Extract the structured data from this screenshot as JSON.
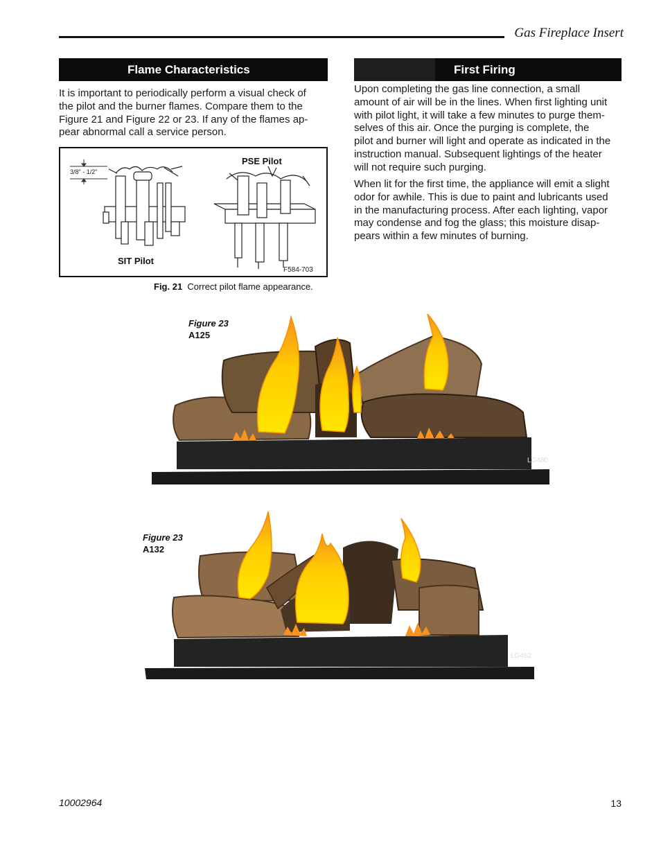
{
  "header": {
    "running_title": "Gas Fireplace Insert"
  },
  "left_section": {
    "title": "Flame Characteristics",
    "paragraph": "It is important to periodically perform a visual check of the pilot and the burner flames. Compare them to the Figure 21 and Figure 22 or 23. If any of the flames appear abnormal call a service person.",
    "lines": [
      "It is important to periodically perform a visual check of",
      "the pilot and the burner flames. Compare them to the",
      "Figure 21 and Figure 22 or 23. If any of the flames ap-",
      "pear abnormal call a service person."
    ]
  },
  "right_section": {
    "title": "First Firing",
    "paragraph1_lines": [
      "Upon completing the gas line connection, a small",
      "amount of air will be in the lines. When first lighting unit",
      "with pilot light, it will take a few minutes to purge them-",
      "selves of this air. Once the purging is complete, the",
      "pilot and burner will light and operate as indicated in the",
      "instruction manual. Subsequent lightings of the heater",
      "will not require such purging."
    ],
    "paragraph2_lines": [
      "When lit for the first time, the appliance will emit a slight",
      "odor for awhile. This is due to paint and lubricants used",
      "in the manufacturing process. After each lighting, vapor",
      "may condense and fog the glass; this moisture disap-",
      "pears within a few minutes of burning."
    ]
  },
  "figure21": {
    "dimension_label": "3/8\" - 1/2\"",
    "sit_label": "SIT Pilot",
    "pse_label": "PSE Pilot",
    "code": "F584-703",
    "caption_prefix": "Fig. 21",
    "caption_text": "Correct pilot flame appearance."
  },
  "figure23a": {
    "tag": "Figure 23",
    "model": "A125",
    "code": "LG480"
  },
  "figure23b": {
    "tag": "Figure 23",
    "model": "A132",
    "code": "LG482"
  },
  "footer": {
    "doc_number": "10002964",
    "page_number": "13"
  },
  "colors": {
    "bar": "#0b0b0b",
    "flame_outer": "#f7a21b",
    "flame_inner": "#ffe600",
    "log": "#7a5a3a",
    "burner": "#222222"
  }
}
